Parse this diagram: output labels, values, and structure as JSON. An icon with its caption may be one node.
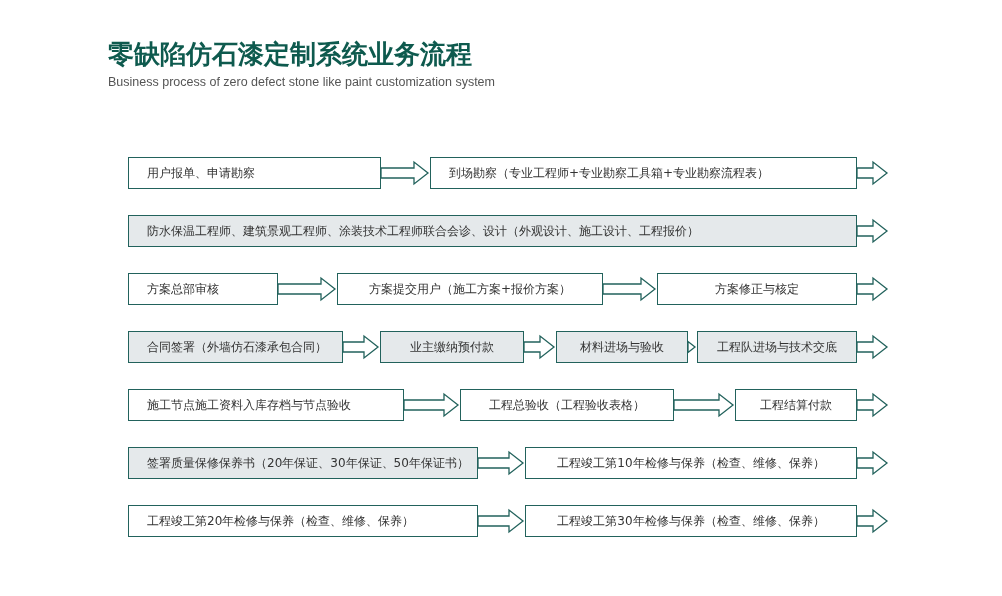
{
  "diagram": {
    "title": "零缺陷仿石漆定制系统业务流程",
    "caption": "Business process of zero defect stone like paint customization system",
    "nodes": [
      {
        "text": [
          "用户报单、申请勘察"
        ]
      },
      {
        "text": [
          "到场勘察（专业工程师+专业勘察工具箱+专业勘察流程表）"
        ]
      },
      {
        "text": [
          "防水保温工程师、建筑景观工程师、涂装技术工程师联合会诊、设计（外观设计、施工设计、工程报价）"
        ]
      },
      {
        "text": [
          "方案总部审核"
        ]
      },
      {
        "text": [
          "方案提交用户（施工方案+报价方案）"
        ]
      },
      {
        "text": [
          "方案修正与核定"
        ]
      },
      {
        "text": [
          "合同签署（外墙仿石漆承包合同）"
        ]
      },
      {
        "text": [
          "业主缴纳预付款"
        ]
      },
      {
        "text": [
          "材料进场与验收"
        ]
      },
      {
        "text": [
          "工程队进场与技术交底"
        ]
      },
      {
        "text": [
          "施工节点施工资料入库存档与节点验收"
        ]
      },
      {
        "text": [
          "工程总验收（工程验收表格）"
        ]
      },
      {
        "text": [
          "工程结算付款"
        ]
      },
      {
        "text": [
          "签署质量保修保养书（20年保证、30年保证、50年保证书）"
        ]
      },
      {
        "text": [
          "工程竣工第10年检修与保养（检查、维修、保养）"
        ]
      },
      {
        "text": [
          "工程竣工第20年检修与保养（检查、维修、保养）"
        ]
      },
      {
        "text": [
          "工程竣工第30年检修与保养（检查、维修、保养）"
        ]
      }
    ],
    "edges": [
      {
        "from": 0,
        "to": 1,
        "arrow": "to"
      },
      {
        "from": 1,
        "to": null,
        "arrow": "to"
      },
      {
        "from": 2,
        "to": null,
        "arrow": "to"
      },
      {
        "from": 3,
        "to": 4,
        "arrow": "to"
      },
      {
        "from": 4,
        "to": 5,
        "arrow": "to"
      },
      {
        "from": 5,
        "to": null,
        "arrow": "to"
      },
      {
        "from": 6,
        "to": 7,
        "arrow": "to"
      },
      {
        "from": 7,
        "to": 8,
        "arrow": "to"
      },
      {
        "from": 8,
        "to": 9,
        "arrow": "to"
      },
      {
        "from": 9,
        "to": null,
        "arrow": "to"
      },
      {
        "from": 10,
        "to": 11,
        "arrow": "to"
      },
      {
        "from": 11,
        "to": 12,
        "arrow": "to"
      },
      {
        "from": 12,
        "to": null,
        "arrow": "to"
      },
      {
        "from": 13,
        "to": 14,
        "arrow": "to"
      },
      {
        "from": 14,
        "to": null,
        "arrow": "to"
      },
      {
        "from": 15,
        "to": 16,
        "arrow": "to"
      },
      {
        "from": 16,
        "to": null,
        "arrow": "to"
      }
    ]
  }
}
